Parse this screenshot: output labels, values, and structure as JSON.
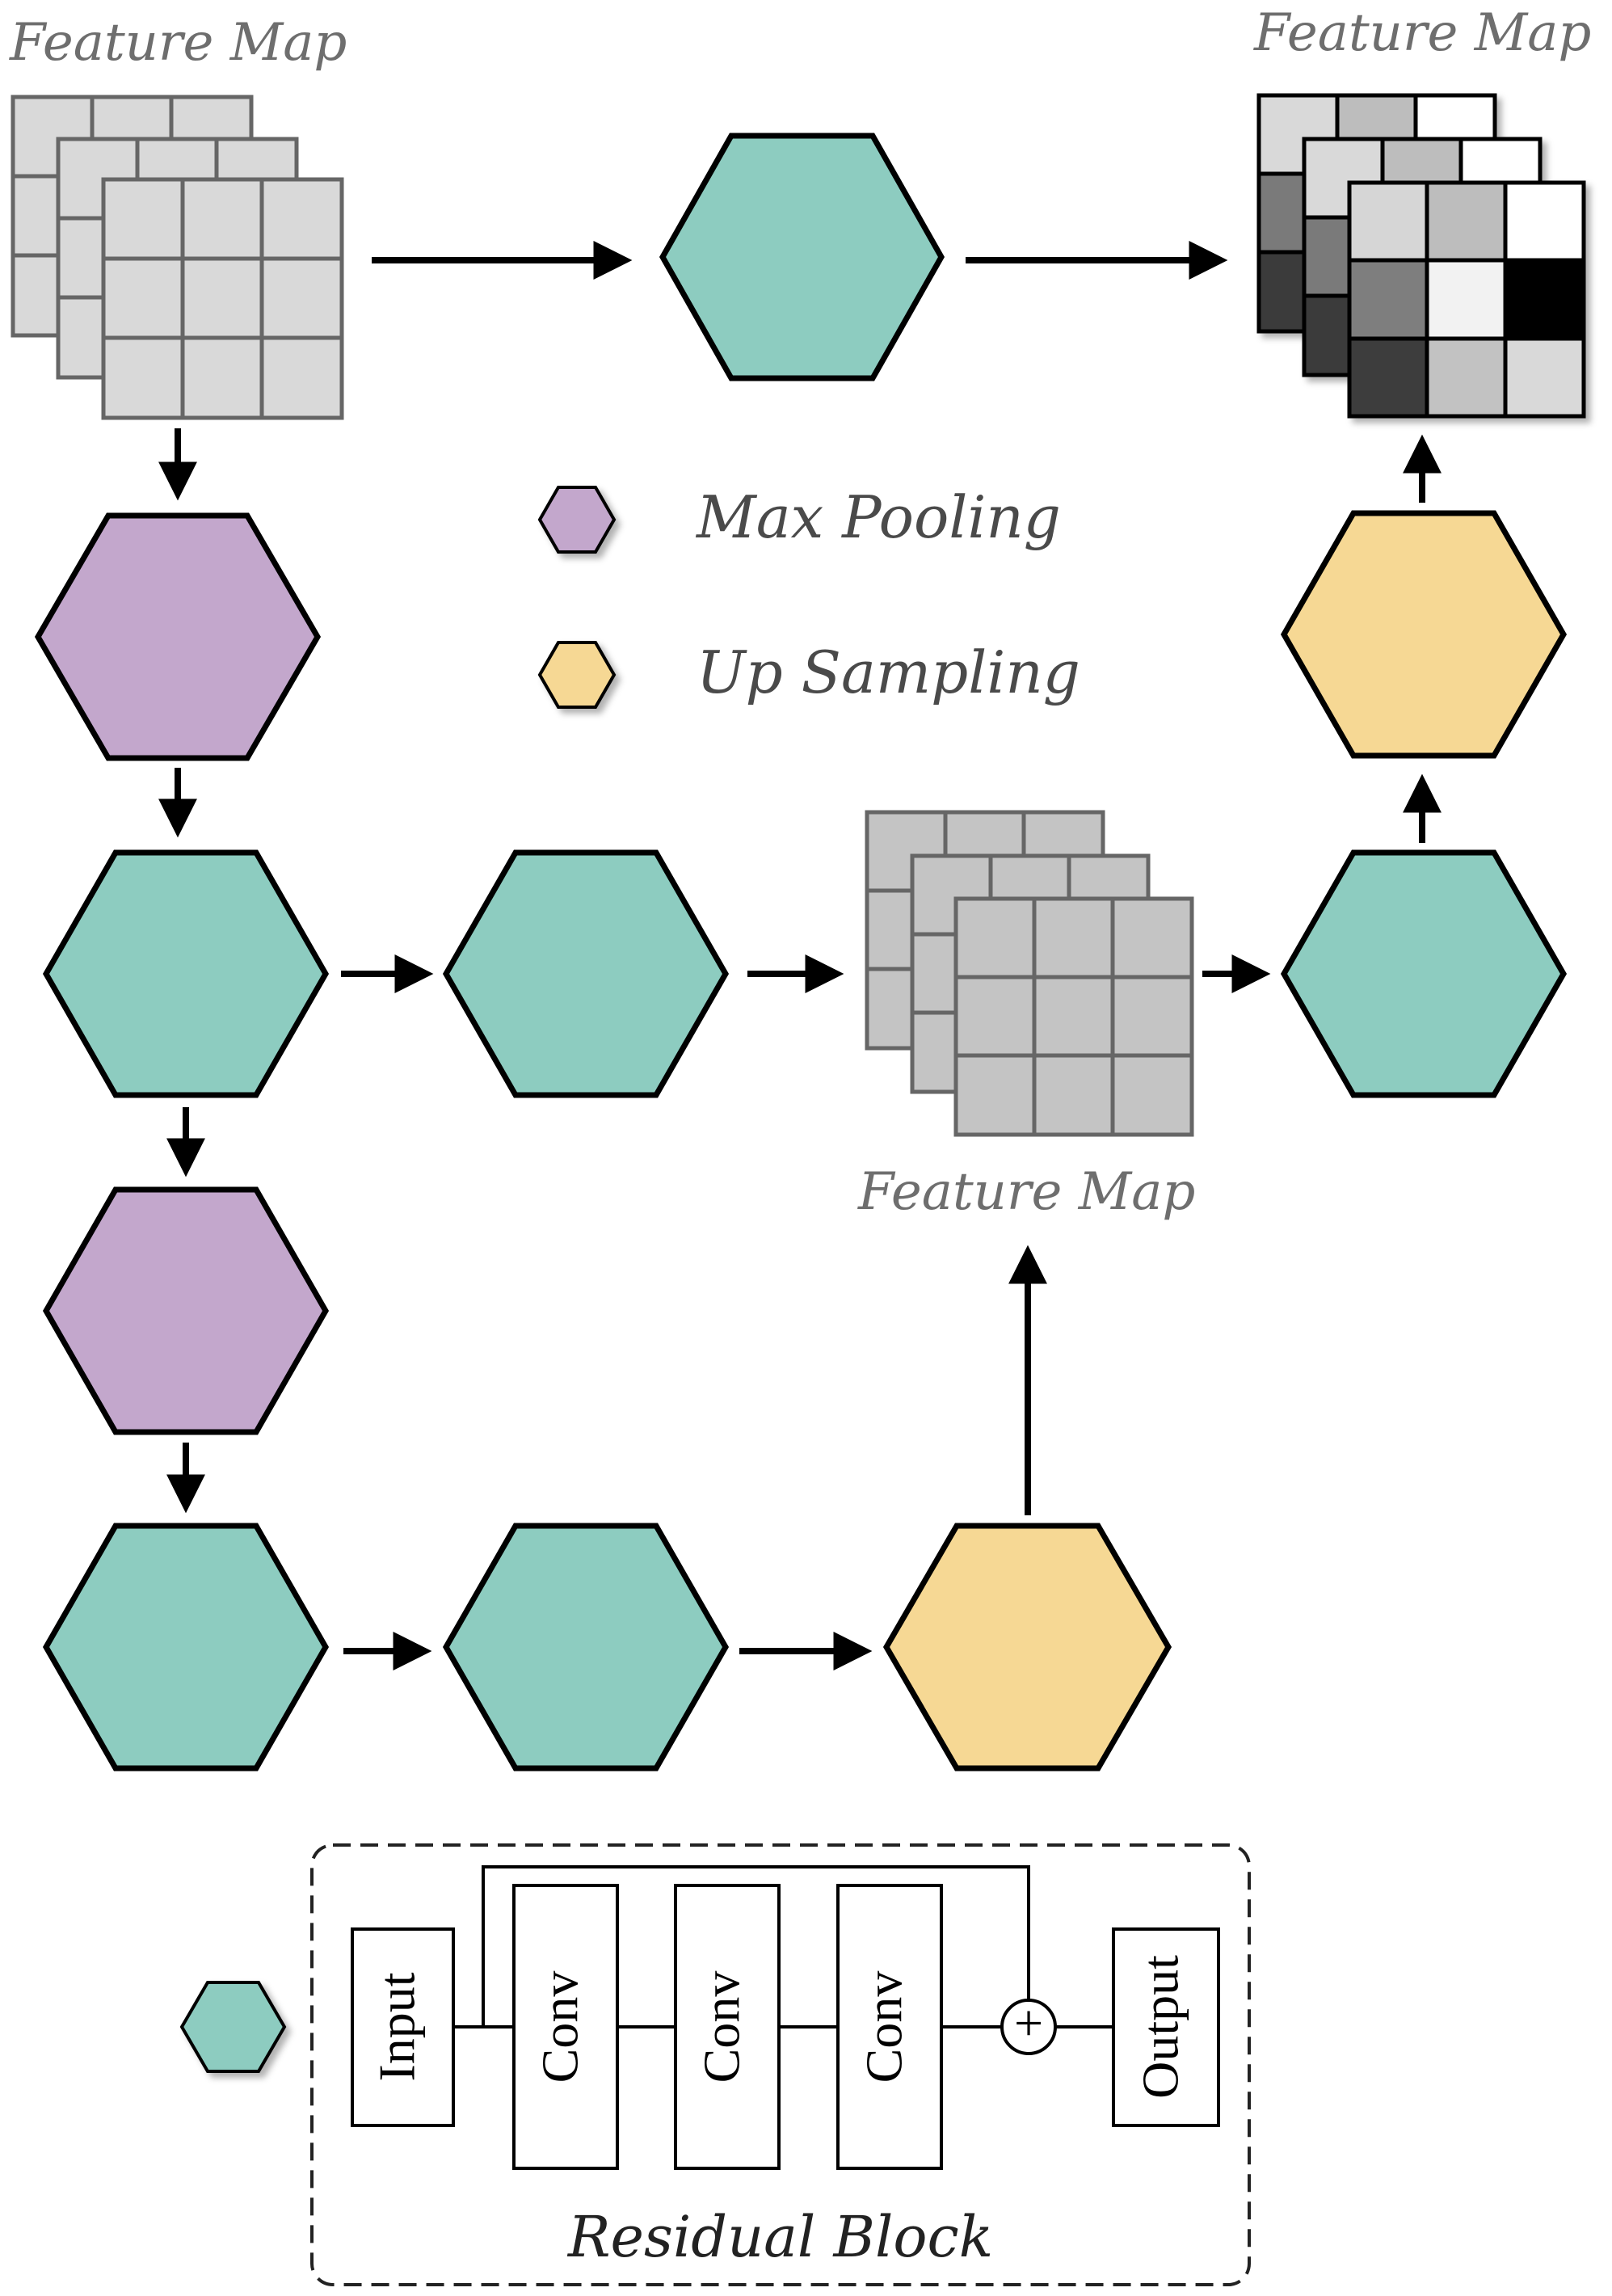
{
  "labels": {
    "feature_map_top_left": "Feature Map",
    "feature_map_top_right": "Feature Map",
    "feature_map_middle": "Feature Map"
  },
  "legend": {
    "max_pooling": "Max Pooling",
    "up_sampling": "Up Sampling"
  },
  "residual_block": {
    "title": "Residual Block",
    "input": "Input",
    "conv_1": "Conv",
    "conv_2": "Conv",
    "conv_3": "Conv",
    "sum_symbol": "+",
    "output": "Output"
  },
  "colors": {
    "residual_block": "#8dccc0",
    "max_pooling": "#c3a7cc",
    "up_sampling": "#f6d894",
    "feature_map_light": "#d9d9d9",
    "feature_map_medium": "#c4c4c4"
  }
}
